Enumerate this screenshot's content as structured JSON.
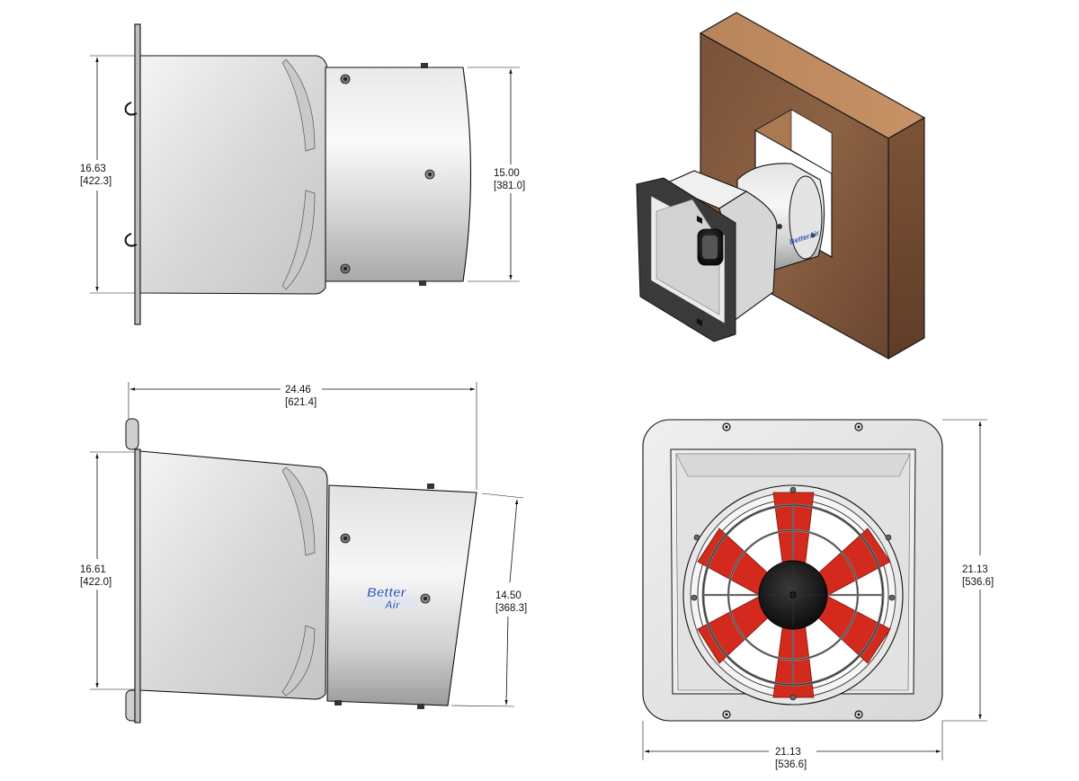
{
  "views": {
    "side_top": {
      "height_in": "16.63",
      "height_mm": "[422.3]",
      "tube_in": "15.00",
      "tube_mm": "[381.0]"
    },
    "side_bottom": {
      "length_in": "24.46",
      "length_mm": "[621.4]",
      "height_in": "16.61",
      "height_mm": "[422.0]",
      "outlet_in": "14.50",
      "outlet_mm": "[368.3]",
      "logo_line1": "Better",
      "logo_line2": "Air"
    },
    "front": {
      "height_in": "21.13",
      "height_mm": "[536.6]",
      "width_in": "21.13",
      "width_mm": "[536.6]"
    },
    "isometric": {
      "logo": "BetterAir"
    }
  },
  "colors": {
    "steel_light": "#e6e6e6",
    "steel_dark": "#9a9a9a",
    "wood": "#8a5e3e",
    "wood_dark": "#6e4a30",
    "blade_red": "#d42a1e",
    "motor": "#1b1b1b",
    "logo_blue": "#3a5db5"
  }
}
